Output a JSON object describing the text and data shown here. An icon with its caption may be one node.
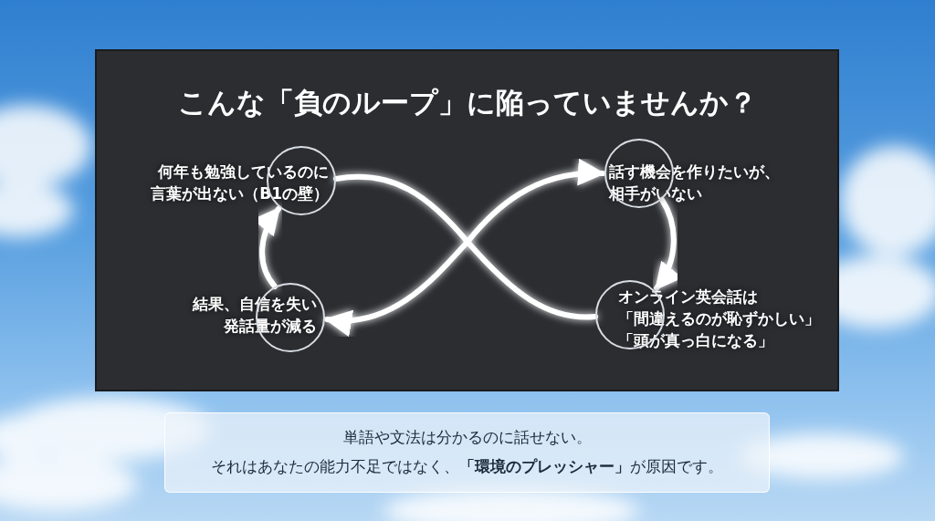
{
  "diagram": {
    "title": "こんな「負のループ」に陥っていませんか？",
    "nodes": [
      {
        "text": [
          "何年も勉強しているのに言葉が出ない（B1の壁）"
        ]
      },
      {
        "text": [
          "話す機会を作りたいが、相手がいない"
        ]
      },
      {
        "text": [
          "結果、自信を失い発話量が減る"
        ]
      },
      {
        "text": [
          "オンライン英会話は「間違えるのが恥ずかしい」「頭が真っ白になる」"
        ]
      },
      {
        "text": [
          "単語や文法は分かるのに話せない。",
          "それはあなたの能力不足ではなく、**「環境のプレッシャー」**が原因です。"
        ]
      }
    ],
    "edges": [
      {
        "from": 0,
        "to": 1,
        "arrow": "to"
      },
      {
        "from": 1,
        "to": 3,
        "arrow": "to"
      },
      {
        "from": 3,
        "to": 2,
        "arrow": "to"
      },
      {
        "from": 2,
        "to": 0,
        "arrow": "to"
      }
    ]
  }
}
